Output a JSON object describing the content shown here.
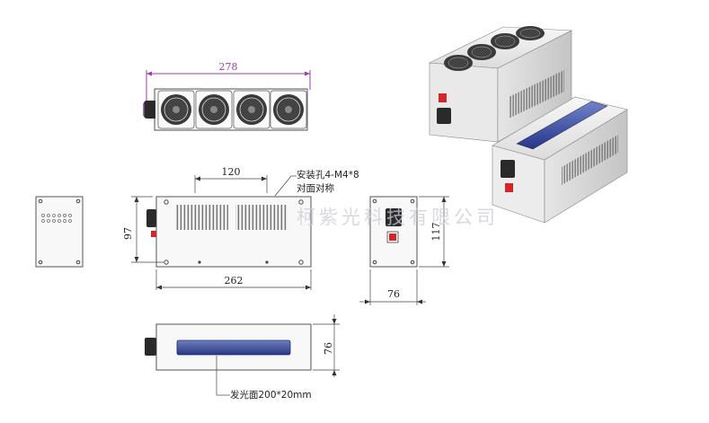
{
  "top_view": {
    "width_label": "278",
    "fan_count": 4
  },
  "front_view": {
    "top_spacing_label": "120",
    "height_label": "97",
    "length_label": "262",
    "note_line1": "安装孔4-M4*8",
    "note_line2": "对面对称"
  },
  "side_view": {
    "height_label": "117",
    "width_label": "76"
  },
  "bottom_view": {
    "height_label": "76",
    "emitter_label": "发光面200*20mm"
  },
  "watermark": "柯紫光科技有限公司",
  "colors": {
    "dimension_accent": "#9b3fa8",
    "switch_red": "#d3262b",
    "emitter_blue": "#2c3f9a"
  }
}
